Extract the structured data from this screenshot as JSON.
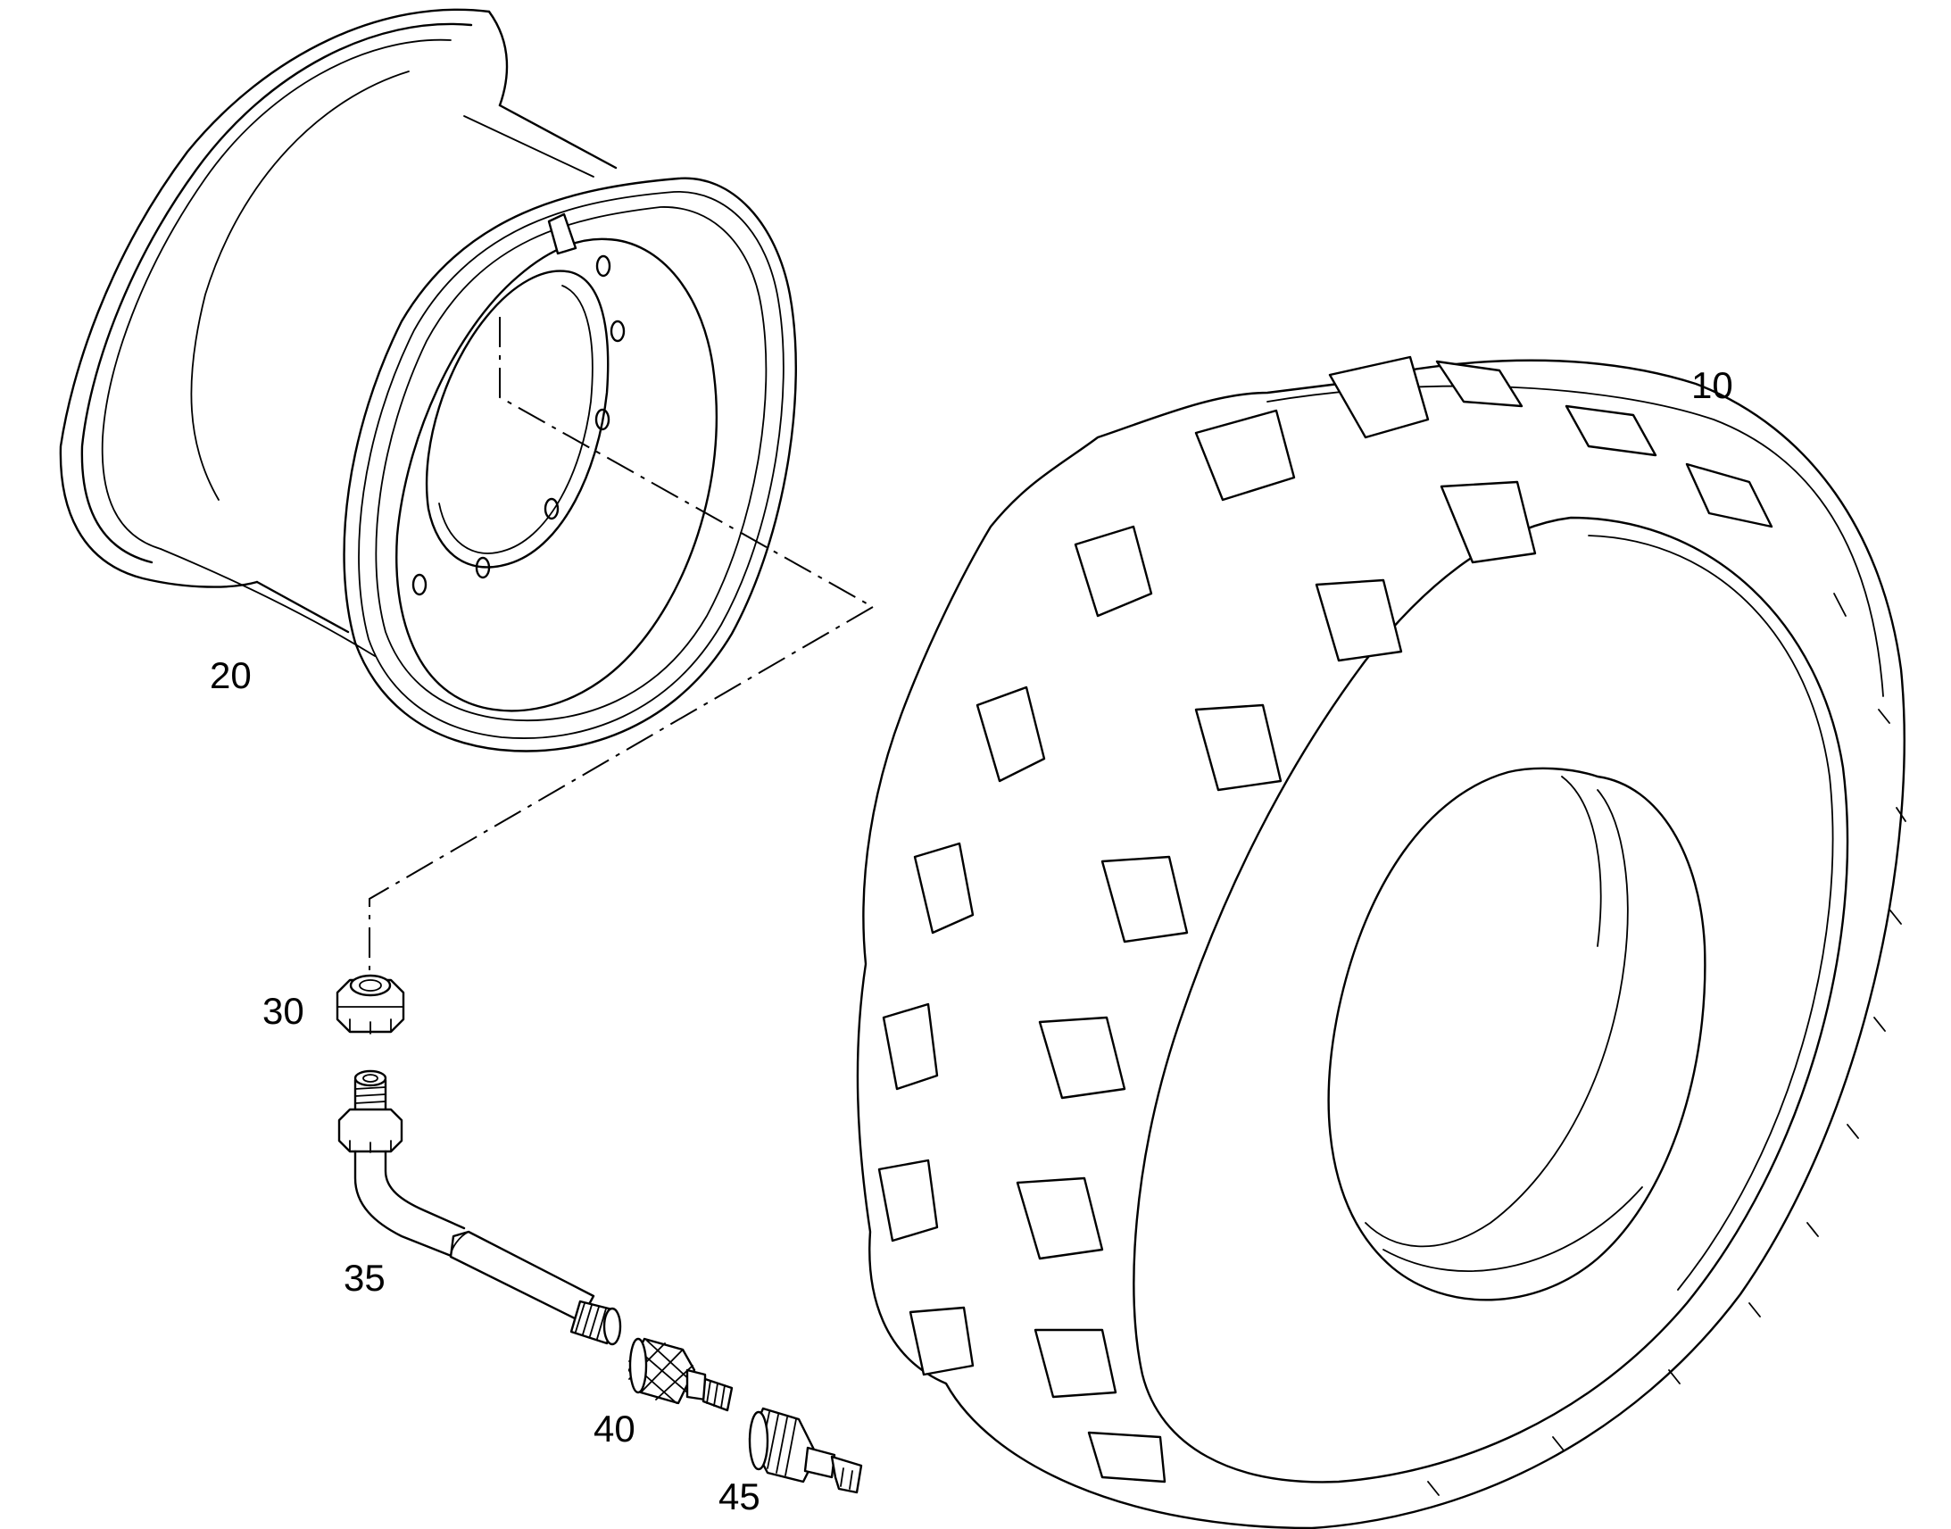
{
  "parts": [
    {
      "id": "tire",
      "label": "10"
    },
    {
      "id": "rim",
      "label": "20"
    },
    {
      "id": "valve-nut",
      "label": "30"
    },
    {
      "id": "valve-stem",
      "label": "35"
    },
    {
      "id": "valve-extension",
      "label": "40"
    },
    {
      "id": "valve-cap",
      "label": "45"
    }
  ]
}
